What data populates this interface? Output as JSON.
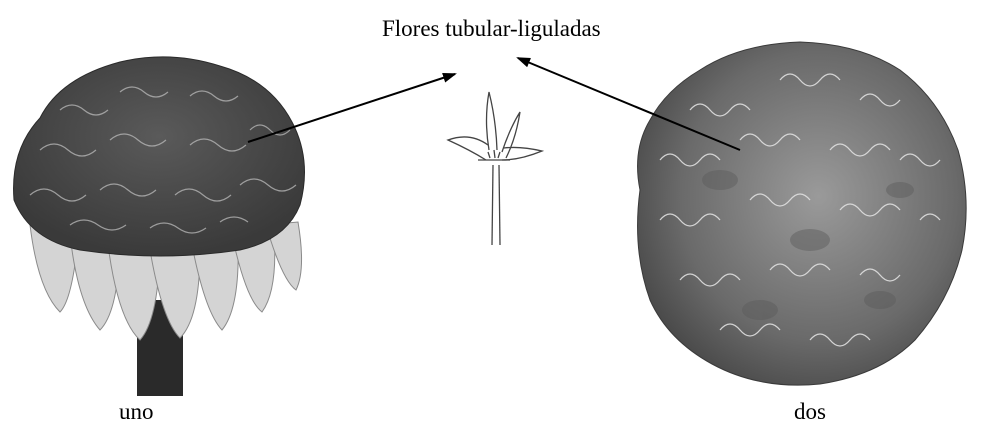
{
  "figure": {
    "title": "Flores tubular-liguladas",
    "labels": {
      "left": "uno",
      "right": "dos"
    },
    "colors": {
      "ink": "#000000",
      "petal_dark": "#4a4a4a",
      "petal_mid": "#7a7a7a",
      "petal_light": "#d8d8d8",
      "stem": "#2a2a2a"
    }
  }
}
